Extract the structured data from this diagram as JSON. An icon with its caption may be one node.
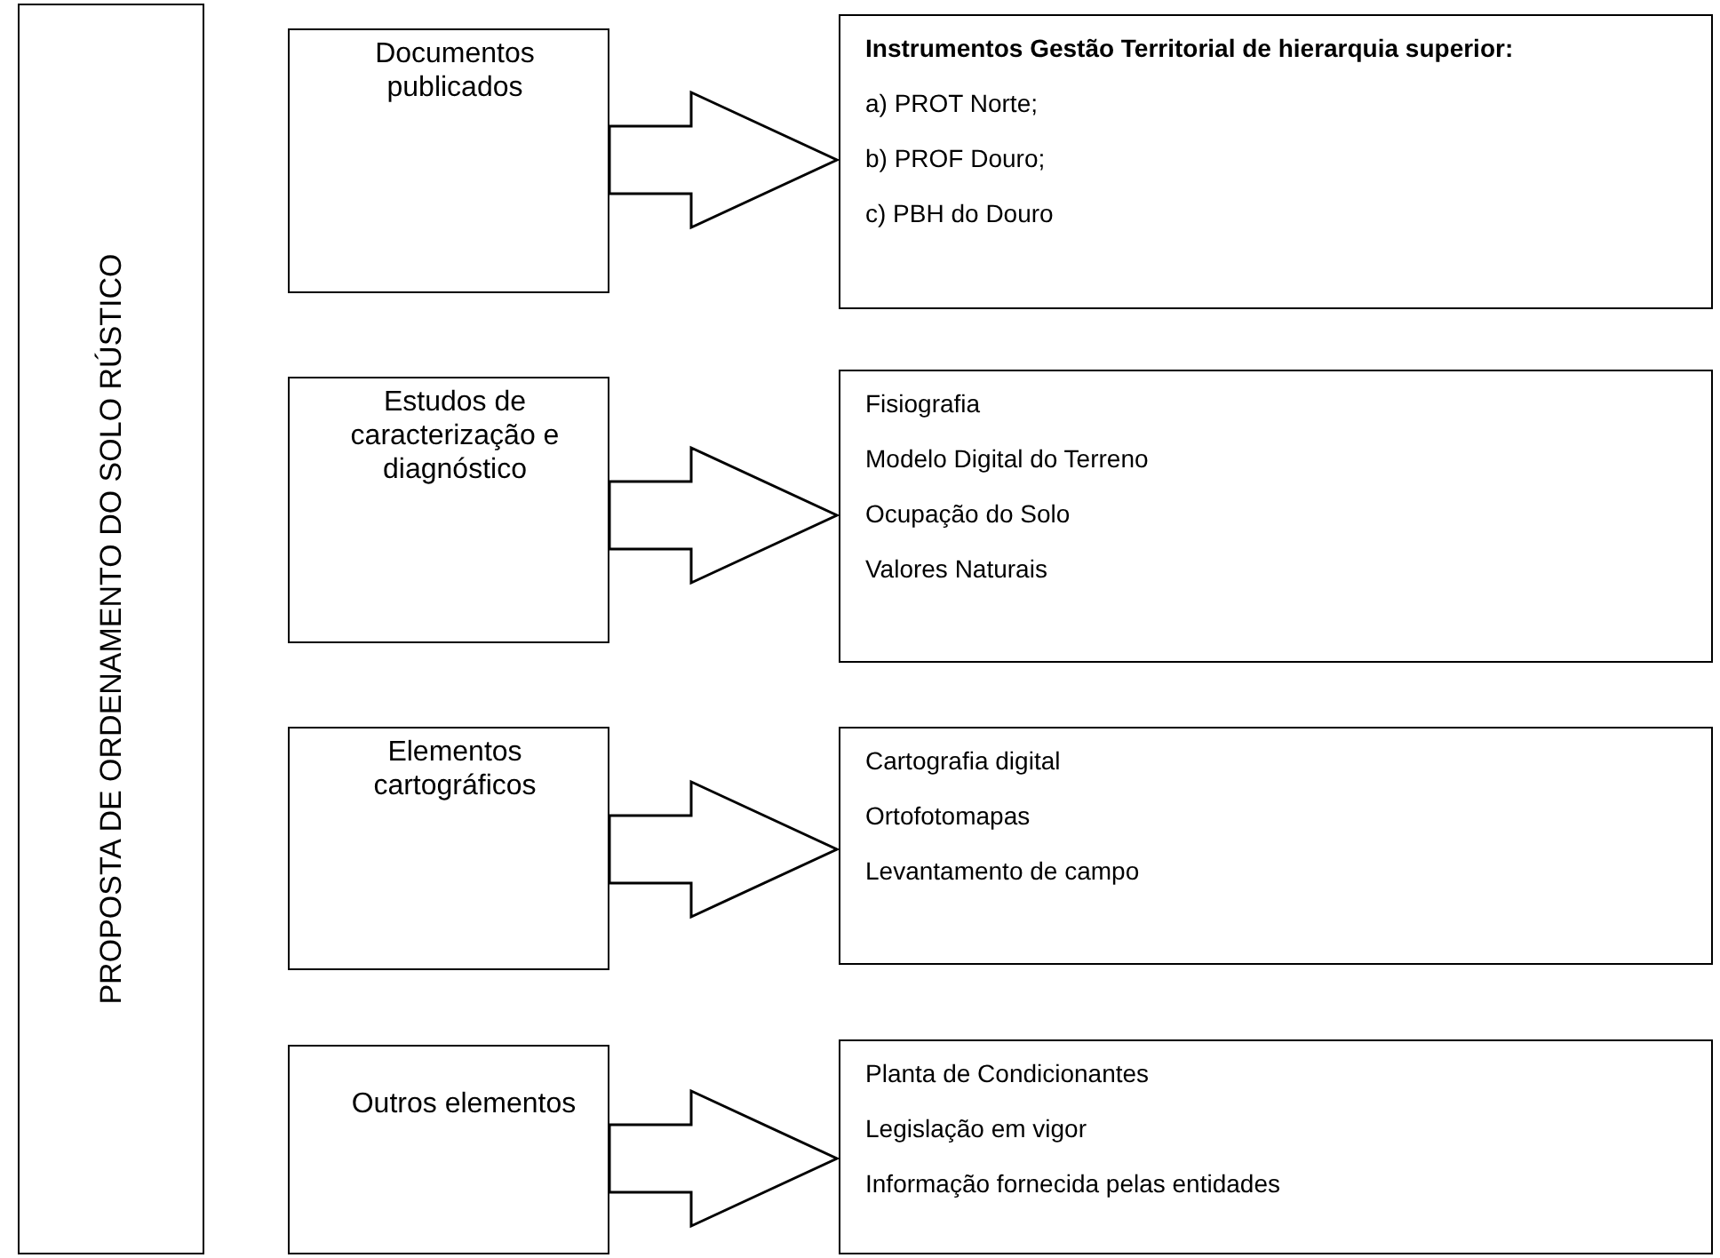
{
  "diagram": {
    "nodes": [
      {
        "text": [
          "PROPOSTA DE ORDENAMENTO DO SOLO RÚSTICO"
        ]
      },
      {
        "text": [
          "Documentos publicados"
        ]
      },
      {
        "text": [
          "Instrumentos Gestão Territorial de hierarquia superior:",
          "a) PROT Norte;",
          "b) PROF Douro;",
          "c) PBH do Douro"
        ]
      },
      {
        "text": [
          "Estudos de caracterização e diagnóstico"
        ]
      },
      {
        "text": [
          "Fisiografia",
          "Modelo Digital do Terreno",
          "Ocupação do Solo",
          "Valores Naturais"
        ]
      },
      {
        "text": [
          "Elementos cartográficos"
        ]
      },
      {
        "text": [
          "Cartografia digital",
          "Ortofotomapas",
          "Levantamento de campo"
        ]
      },
      {
        "text": [
          "Outros elementos"
        ]
      },
      {
        "text": [
          "Planta de Condicionantes",
          "Legislação em vigor",
          "Informação fornecida pelas entidades"
        ]
      }
    ],
    "edges": [
      {
        "from": 1,
        "to": 2,
        "arrow": "to"
      },
      {
        "from": 3,
        "to": 4,
        "arrow": "to"
      },
      {
        "from": 5,
        "to": 6,
        "arrow": "to"
      },
      {
        "from": 7,
        "to": 8,
        "arrow": "to"
      }
    ]
  }
}
